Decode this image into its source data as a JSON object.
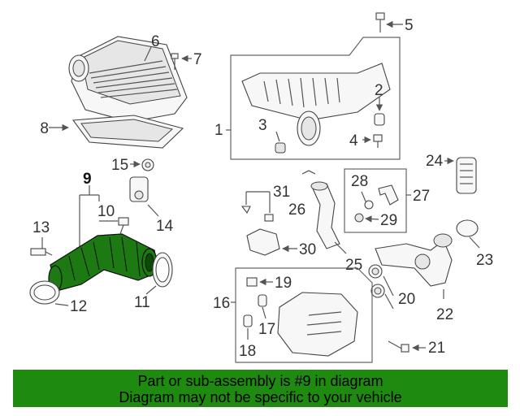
{
  "callouts": [
    "1",
    "2",
    "3",
    "4",
    "5",
    "6",
    "7",
    "8",
    "9",
    "10",
    "11",
    "12",
    "13",
    "14",
    "15",
    "16",
    "17",
    "18",
    "19",
    "20",
    "21",
    "22",
    "23",
    "24",
    "25",
    "26",
    "27",
    "28",
    "29",
    "30",
    "31"
  ],
  "banner": {
    "line1": "Part or sub-assembly is #9 in diagram",
    "line2": "Diagram may not be specific to your vehicle"
  },
  "colors": {
    "highlight": "#1d7a12",
    "banner": "#1e8a0f"
  }
}
